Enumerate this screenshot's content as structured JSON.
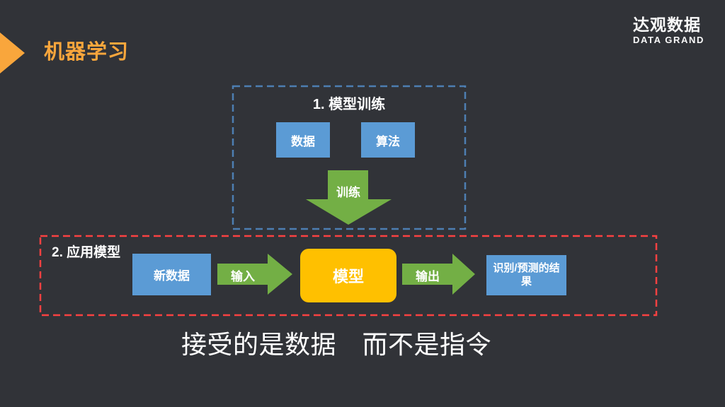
{
  "slide": {
    "title": "机器学习",
    "caption": "接受的是数据　而不是指令"
  },
  "logo": {
    "cn": "达观数据",
    "en": "DATA GRAND"
  },
  "training": {
    "title": "1. 模型训练",
    "nodes": [
      {
        "label": "数据"
      },
      {
        "label": "算法"
      }
    ],
    "arrow_label": "训练"
  },
  "application": {
    "title": "2. 应用模型",
    "input_node": "新数据",
    "model_node": "模型",
    "result_node": "识别/预测的结果",
    "arrow_in": "输入",
    "arrow_out": "输出"
  },
  "colors": {
    "background": "#313338",
    "accent_orange": "#F9A63C",
    "node_blue": "#5B9BD5",
    "model_yellow": "#FFC000",
    "arrow_green": "#73AF45",
    "training_border": "#4D7EB2",
    "application_border": "#F94141",
    "text_white": "#FFFFFF"
  }
}
